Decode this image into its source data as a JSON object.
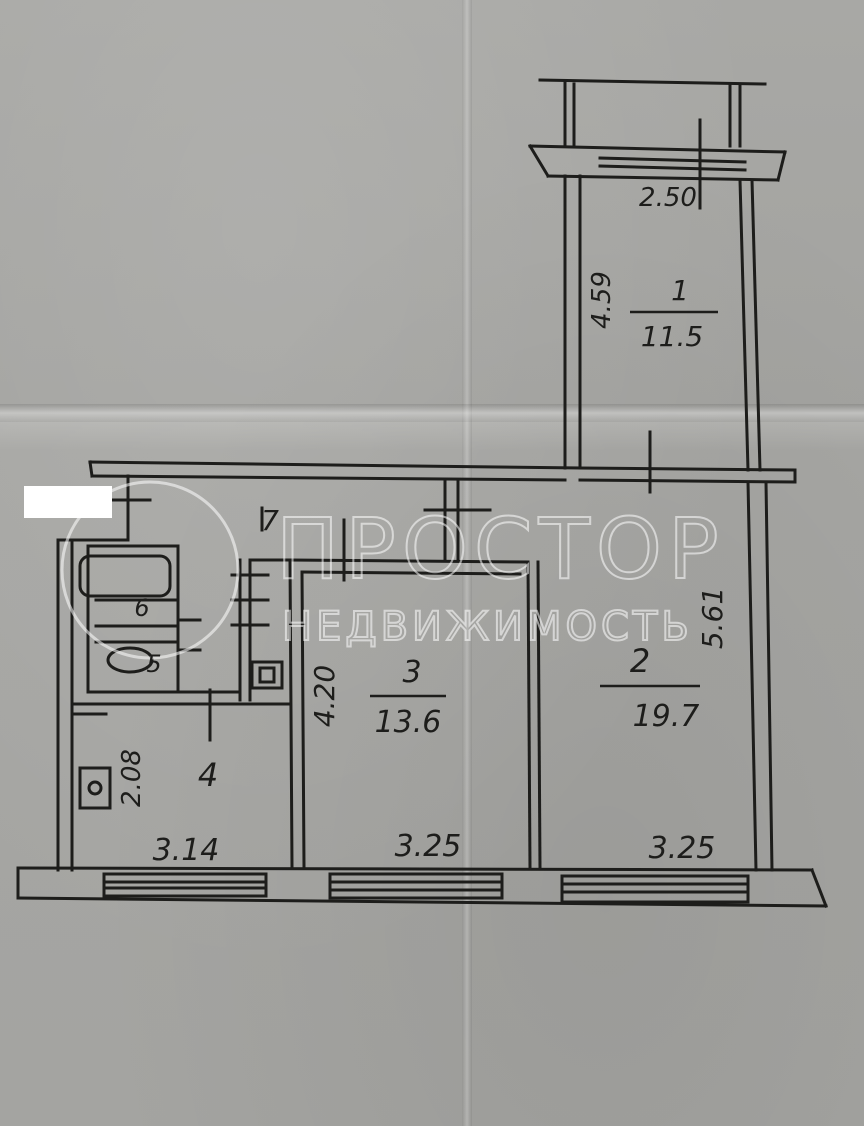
{
  "watermark": {
    "brand": "ПРОСТОР",
    "subtitle": "НЕДВИЖИМОСТЬ"
  },
  "rooms": [
    {
      "id": "1",
      "area": "11.5",
      "dim_top": "2.50",
      "dim_side": "4.59"
    },
    {
      "id": "2",
      "area": "19.7",
      "dim_bottom": "3.25",
      "dim_side": "5.61"
    },
    {
      "id": "3",
      "area": "13.6",
      "dim_bottom": "3.25",
      "dim_side": "4.20"
    },
    {
      "id": "4",
      "dim_bottom": "3.14",
      "dim_side": "2.08"
    },
    {
      "id": "5"
    },
    {
      "id": "6"
    },
    {
      "id": "7"
    }
  ],
  "colors": {
    "paper": "#a9a9a6",
    "ink": "#1d1d1b",
    "watermark": "#ffffff"
  }
}
